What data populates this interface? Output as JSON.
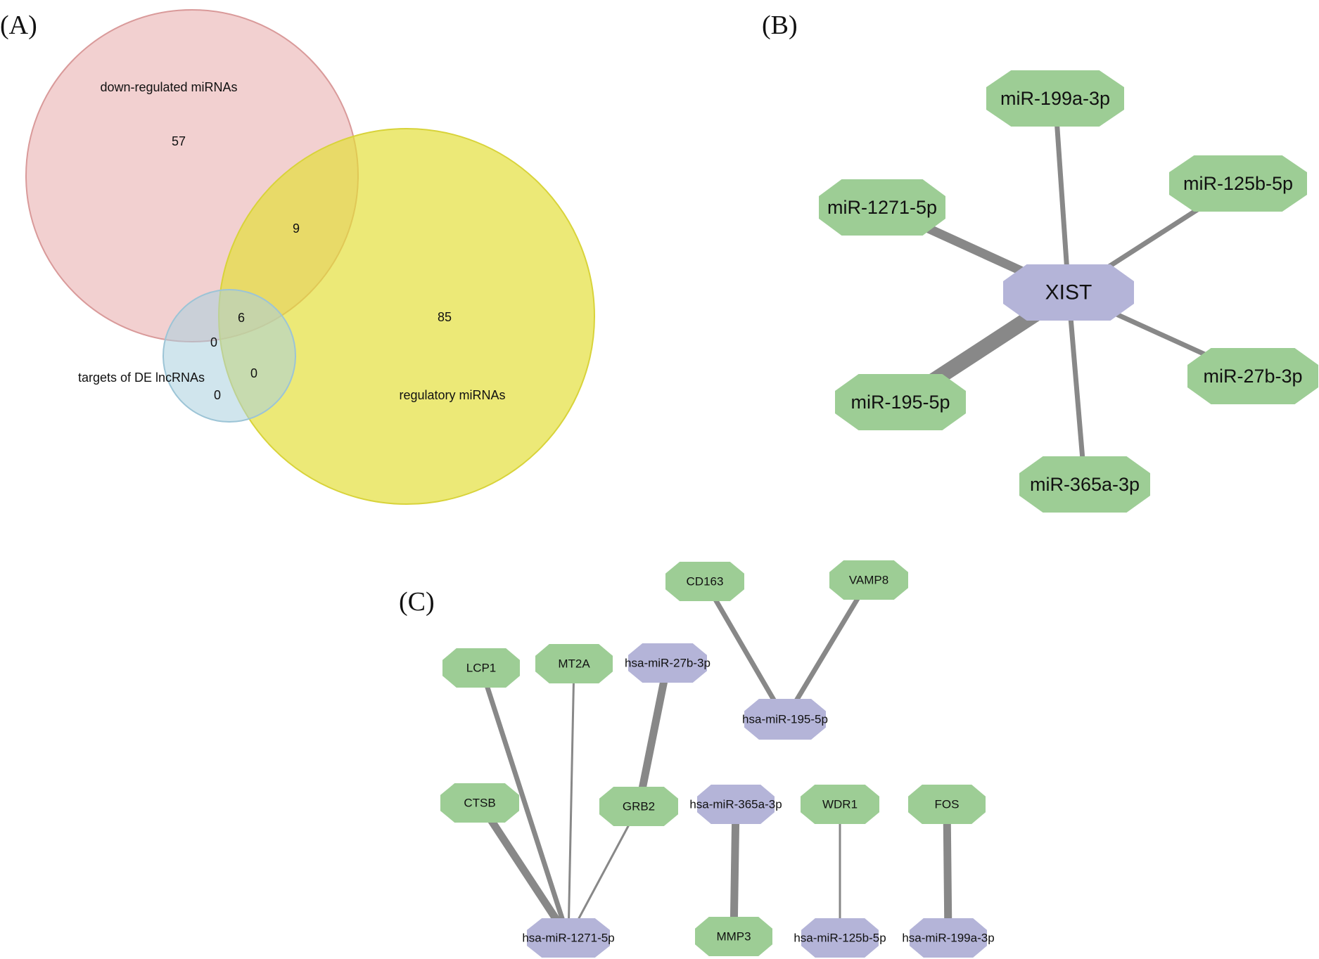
{
  "panel_labels": {
    "a": "(A)",
    "b": "(B)",
    "c": "(C)"
  },
  "colors": {
    "set_down": "#e8a9a9",
    "set_regulatory": "#e6e24a",
    "set_targets": "#a9cfdf",
    "gene_node": "#9dcd95",
    "mirna_node": "#b4b4d8",
    "edge": "#888888"
  },
  "venn": {
    "sets": {
      "down": "down-regulated miRNAs",
      "regulatory": "regulatory miRNAs",
      "targets": "targets of DE lncRNAs"
    },
    "counts": {
      "down_only": "57",
      "down_regulatory": "9",
      "all_three": "6",
      "regulatory_only": "85",
      "down_targets": "0",
      "regulatory_targets": "0",
      "targets_only": "0"
    }
  },
  "network_b": {
    "nodes": {
      "xist": "XIST",
      "mir199a": "miR-199a-3p",
      "mir125b": "miR-125b-5p",
      "mir1271": "miR-1271-5p",
      "mir27b": "miR-27b-3p",
      "mir195": "miR-195-5p",
      "mir365a": "miR-365a-3p"
    },
    "node_types": {
      "xist": "lncRNA",
      "mir199a": "miRNA",
      "mir125b": "miRNA",
      "mir1271": "miRNA",
      "mir27b": "miRNA",
      "mir195": "miRNA",
      "mir365a": "miRNA"
    },
    "edges": [
      {
        "source": "xist",
        "target": "mir199a",
        "weight": 1
      },
      {
        "source": "xist",
        "target": "mir125b",
        "weight": 1
      },
      {
        "source": "xist",
        "target": "mir1271",
        "weight": 2
      },
      {
        "source": "xist",
        "target": "mir27b",
        "weight": 1
      },
      {
        "source": "xist",
        "target": "mir195",
        "weight": 3
      },
      {
        "source": "xist",
        "target": "mir365a",
        "weight": 1
      }
    ]
  },
  "network_c": {
    "nodes": {
      "cd163": "CD163",
      "vamp8": "VAMP8",
      "lcp1": "LCP1",
      "mt2a": "MT2A",
      "m27b": "hsa-miR-27b-3p",
      "m195": "hsa-miR-195-5p",
      "ctsb": "CTSB",
      "grb2": "GRB2",
      "m365a": "hsa-miR-365a-3p",
      "wdr1": "WDR1",
      "fos": "FOS",
      "m1271": "hsa-miR-1271-5p",
      "mmp3": "MMP3",
      "m125b": "hsa-miR-125b-5p",
      "m199a": "hsa-miR-199a-3p"
    },
    "node_types": {
      "cd163": "gene",
      "vamp8": "gene",
      "lcp1": "gene",
      "mt2a": "gene",
      "m27b": "miRNA",
      "m195": "miRNA",
      "ctsb": "gene",
      "grb2": "gene",
      "m365a": "miRNA",
      "wdr1": "gene",
      "fos": "gene",
      "m1271": "miRNA",
      "mmp3": "gene",
      "m125b": "miRNA",
      "m199a": "miRNA"
    },
    "edges": [
      {
        "source": "cd163",
        "target": "m195",
        "weight": 2
      },
      {
        "source": "vamp8",
        "target": "m195",
        "weight": 2
      },
      {
        "source": "lcp1",
        "target": "m1271",
        "weight": 2
      },
      {
        "source": "mt2a",
        "target": "m1271",
        "weight": 1
      },
      {
        "source": "ctsb",
        "target": "m1271",
        "weight": 3
      },
      {
        "source": "grb2",
        "target": "m1271",
        "weight": 1
      },
      {
        "source": "m27b",
        "target": "grb2",
        "weight": 3
      },
      {
        "source": "m365a",
        "target": "mmp3",
        "weight": 3
      },
      {
        "source": "wdr1",
        "target": "m125b",
        "weight": 1
      },
      {
        "source": "fos",
        "target": "m199a",
        "weight": 3
      }
    ]
  }
}
